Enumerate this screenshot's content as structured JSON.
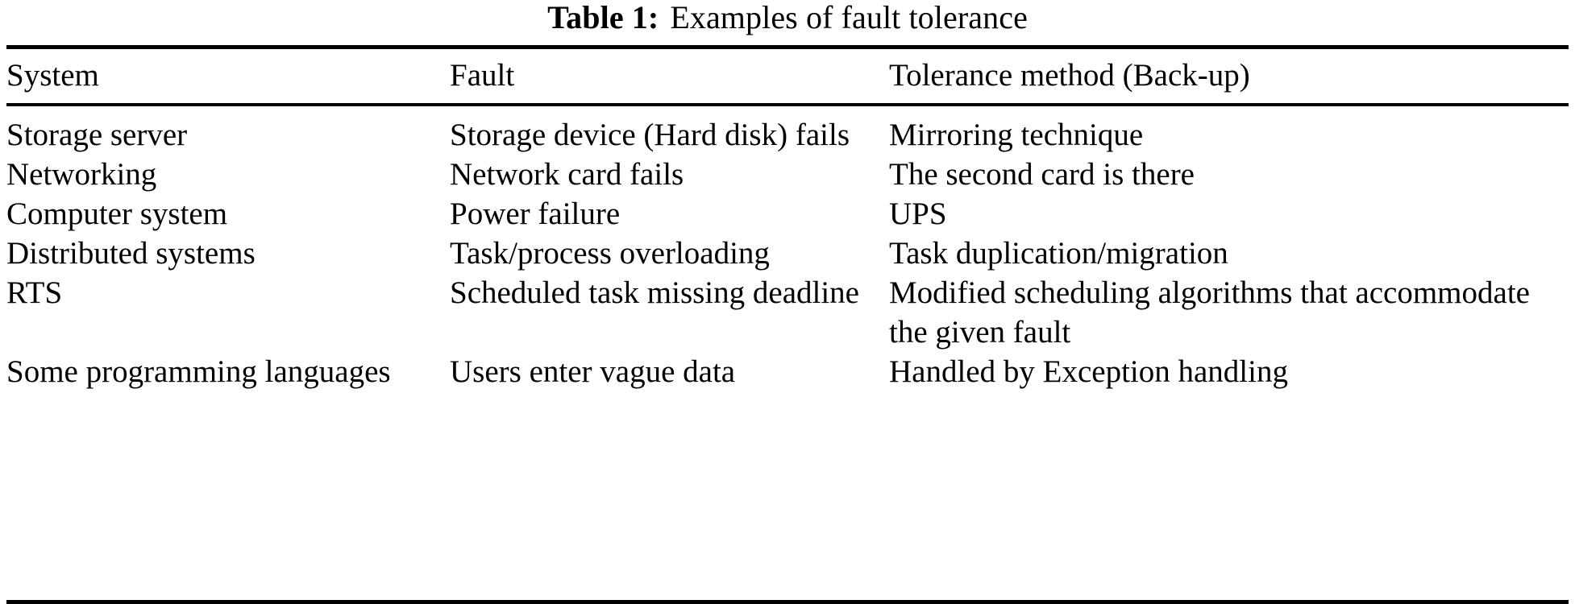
{
  "caption": {
    "label": "Table 1:",
    "text": "Examples of fault tolerance"
  },
  "table": {
    "columns": [
      "System",
      "Fault",
      "Tolerance method (Back-up)"
    ],
    "rows": [
      {
        "system": "Storage server",
        "fault": "Storage device (Hard disk) fails",
        "tolerance": "Mirroring technique"
      },
      {
        "system": "Networking",
        "fault": "Network card fails",
        "tolerance": "The second card is there"
      },
      {
        "system": "Computer system",
        "fault": "Power failure",
        "tolerance": "UPS"
      },
      {
        "system": "Distributed systems",
        "fault": "Task/process overloading",
        "tolerance": "Task duplication/migration"
      },
      {
        "system": "RTS",
        "fault": "Scheduled task missing deadline",
        "tolerance": "Modified scheduling algorithms that accommodate the given fault"
      },
      {
        "system": "Some programming languages",
        "fault": "Users enter vague data",
        "tolerance": "Handled by Exception handling"
      }
    ]
  },
  "colors": {
    "rule": "#000000",
    "text": "#000000",
    "background": "#ffffff"
  }
}
